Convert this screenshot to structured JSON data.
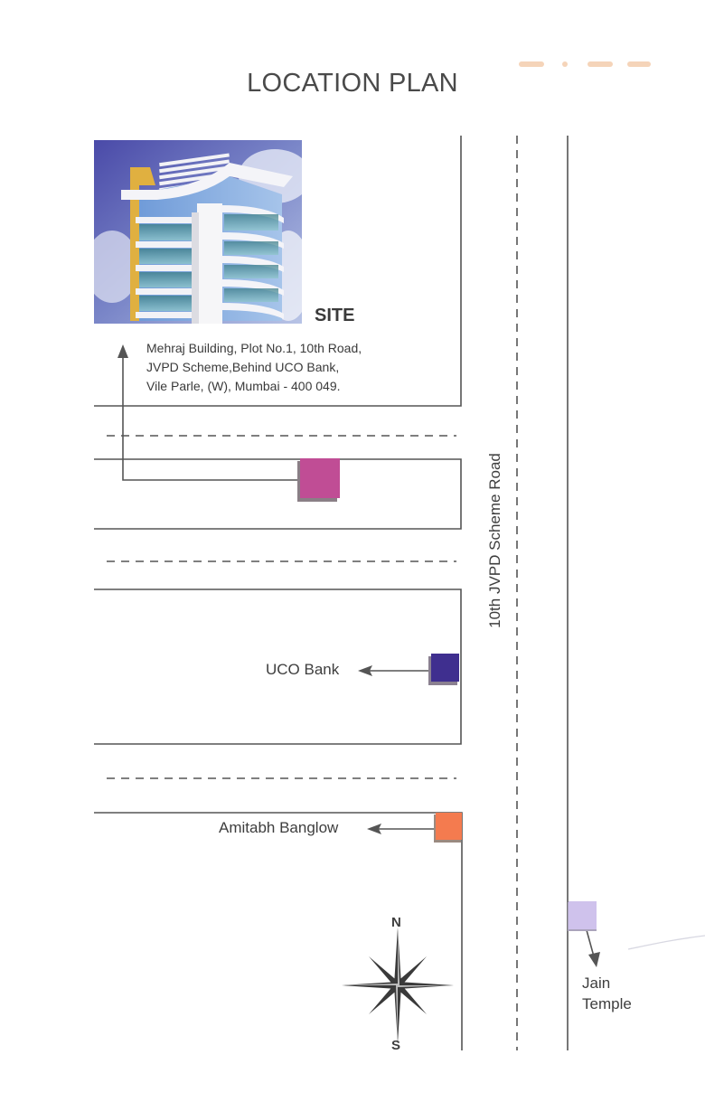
{
  "title": "LOCATION PLAN",
  "site": {
    "label": "SITE",
    "address_lines": [
      "Mehraj Building, Plot No.1, 10th Road,",
      "JVPD Scheme,Behind UCO Bank,",
      "Vile Parle, (W), Mumbai - 400 049."
    ],
    "marker_color": "#c04d95"
  },
  "road": {
    "label": "10th JVPD Scheme Road"
  },
  "landmarks": [
    {
      "name": "UCO Bank",
      "color": "#3f2f8f"
    },
    {
      "name": "Amitabh Banglow",
      "color": "#f47b4f"
    },
    {
      "name": "Jain Temple",
      "lines": [
        "Jain",
        "Temple"
      ],
      "color": "#cfc2ec"
    }
  ],
  "compass": {
    "north": "N",
    "south": "S"
  },
  "colors": {
    "line": "#555555",
    "text": "#3e3e3e"
  }
}
